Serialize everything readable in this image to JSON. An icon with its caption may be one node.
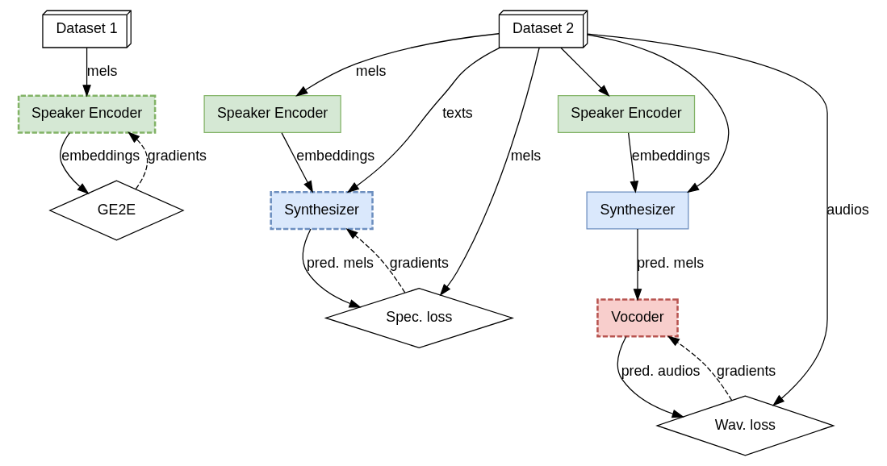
{
  "diagram": {
    "nodes": [
      {
        "text": [
          "Dataset 1"
        ]
      },
      {
        "text": [
          "Speaker Encoder"
        ]
      },
      {
        "text": [
          "GE2E"
        ]
      },
      {
        "text": [
          "Dataset 2"
        ]
      },
      {
        "text": [
          "Speaker Encoder"
        ]
      },
      {
        "text": [
          "Synthesizer"
        ]
      },
      {
        "text": [
          "Spec. loss"
        ]
      },
      {
        "text": [
          "Speaker Encoder"
        ]
      },
      {
        "text": [
          "Synthesizer"
        ]
      },
      {
        "text": [
          "Vocoder"
        ]
      },
      {
        "text": [
          "Wav. loss"
        ]
      }
    ],
    "edges": [
      {
        "from": 0,
        "to": 1,
        "arrow": "to",
        "label": "mels"
      },
      {
        "from": 1,
        "to": 2,
        "arrow": "to",
        "label": "embeddings"
      },
      {
        "from": 2,
        "to": 1,
        "arrow": "to",
        "label": "gradients",
        "style": "dashed"
      },
      {
        "from": 3,
        "to": 6,
        "arrow": "to",
        "label": "mels"
      },
      {
        "from": 3,
        "to": 5,
        "arrow": "to",
        "label": "texts"
      },
      {
        "from": 3,
        "to": 8,
        "arrow": "to"
      },
      {
        "from": 3,
        "to": 4,
        "arrow": "to",
        "label": "mels"
      },
      {
        "from": 3,
        "to": 7,
        "arrow": "to"
      },
      {
        "from": 4,
        "to": 5,
        "arrow": "to",
        "label": "embeddings"
      },
      {
        "from": 5,
        "to": 6,
        "arrow": "to",
        "label": "pred. mels"
      },
      {
        "from": 6,
        "to": 5,
        "arrow": "to",
        "label": "gradients",
        "style": "dashed"
      },
      {
        "from": 7,
        "to": 8,
        "arrow": "to",
        "label": "embeddings"
      },
      {
        "from": 3,
        "to": 10,
        "arrow": "to",
        "label": "audios"
      },
      {
        "from": 8,
        "to": 9,
        "arrow": "to",
        "label": "pred. mels"
      },
      {
        "from": 9,
        "to": 10,
        "arrow": "to",
        "label": "pred. audios"
      },
      {
        "from": 10,
        "to": 9,
        "arrow": "to",
        "label": "gradients",
        "style": "dashed"
      }
    ]
  }
}
